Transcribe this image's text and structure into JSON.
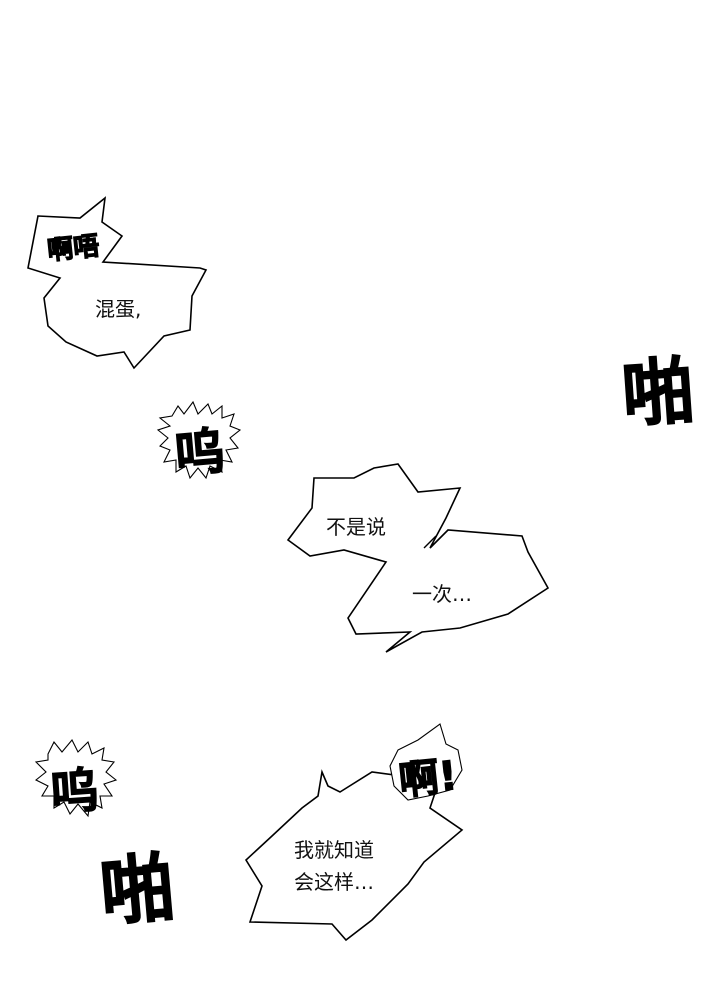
{
  "panel": {
    "bubbles": {
      "scold": {
        "line1": "混蛋,"
      },
      "promise": {
        "line1": "不是说"
      },
      "promise_tail": {
        "line1": "一次…"
      },
      "knew_it": {
        "line1": "我就知道",
        "line2": "会这样…"
      }
    },
    "sfx": {
      "moan_top": "啊唔",
      "sob_1": "呜",
      "sob_2": "呜",
      "slap_1": "啪",
      "slap_2": "啪",
      "gasp": "啊!"
    }
  }
}
